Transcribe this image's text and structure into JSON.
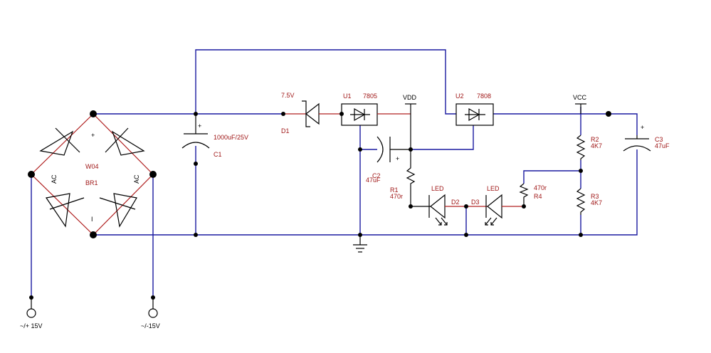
{
  "labels": {
    "bridge_name": "W04",
    "bridge_ref": "BR1",
    "bridge_plus": "+",
    "bridge_minus": "I",
    "bridge_ac_left": "AC",
    "bridge_ac_right": "AC",
    "c1_value": "1000uF/25V",
    "c1_ref": "C1",
    "c1_plus": "+",
    "d1_value": "7.5V",
    "d1_ref": "D1",
    "u1_ref": "U1",
    "u1_value": "7805",
    "vdd": "VDD",
    "u2_ref": "U2",
    "u2_value": "7808",
    "vcc": "VCC",
    "c2_ref": "C2",
    "c2_value": "47uF",
    "c2_plus": "+",
    "r1_ref": "R1",
    "r1_value": "470r",
    "d2_value": "LED",
    "d2_ref": "D2",
    "d3_value": "LED",
    "d3_ref": "D3",
    "r4_value": "470r",
    "r4_ref": "R4",
    "r2_ref": "R2",
    "r2_value": "4K7",
    "r3_ref": "R3",
    "r3_value": "4K7",
    "c3_ref": "C3",
    "c3_value": "47uF",
    "c3_plus": "+",
    "in_pos": "~/+ 15V",
    "in_neg": "~/-15V"
  }
}
